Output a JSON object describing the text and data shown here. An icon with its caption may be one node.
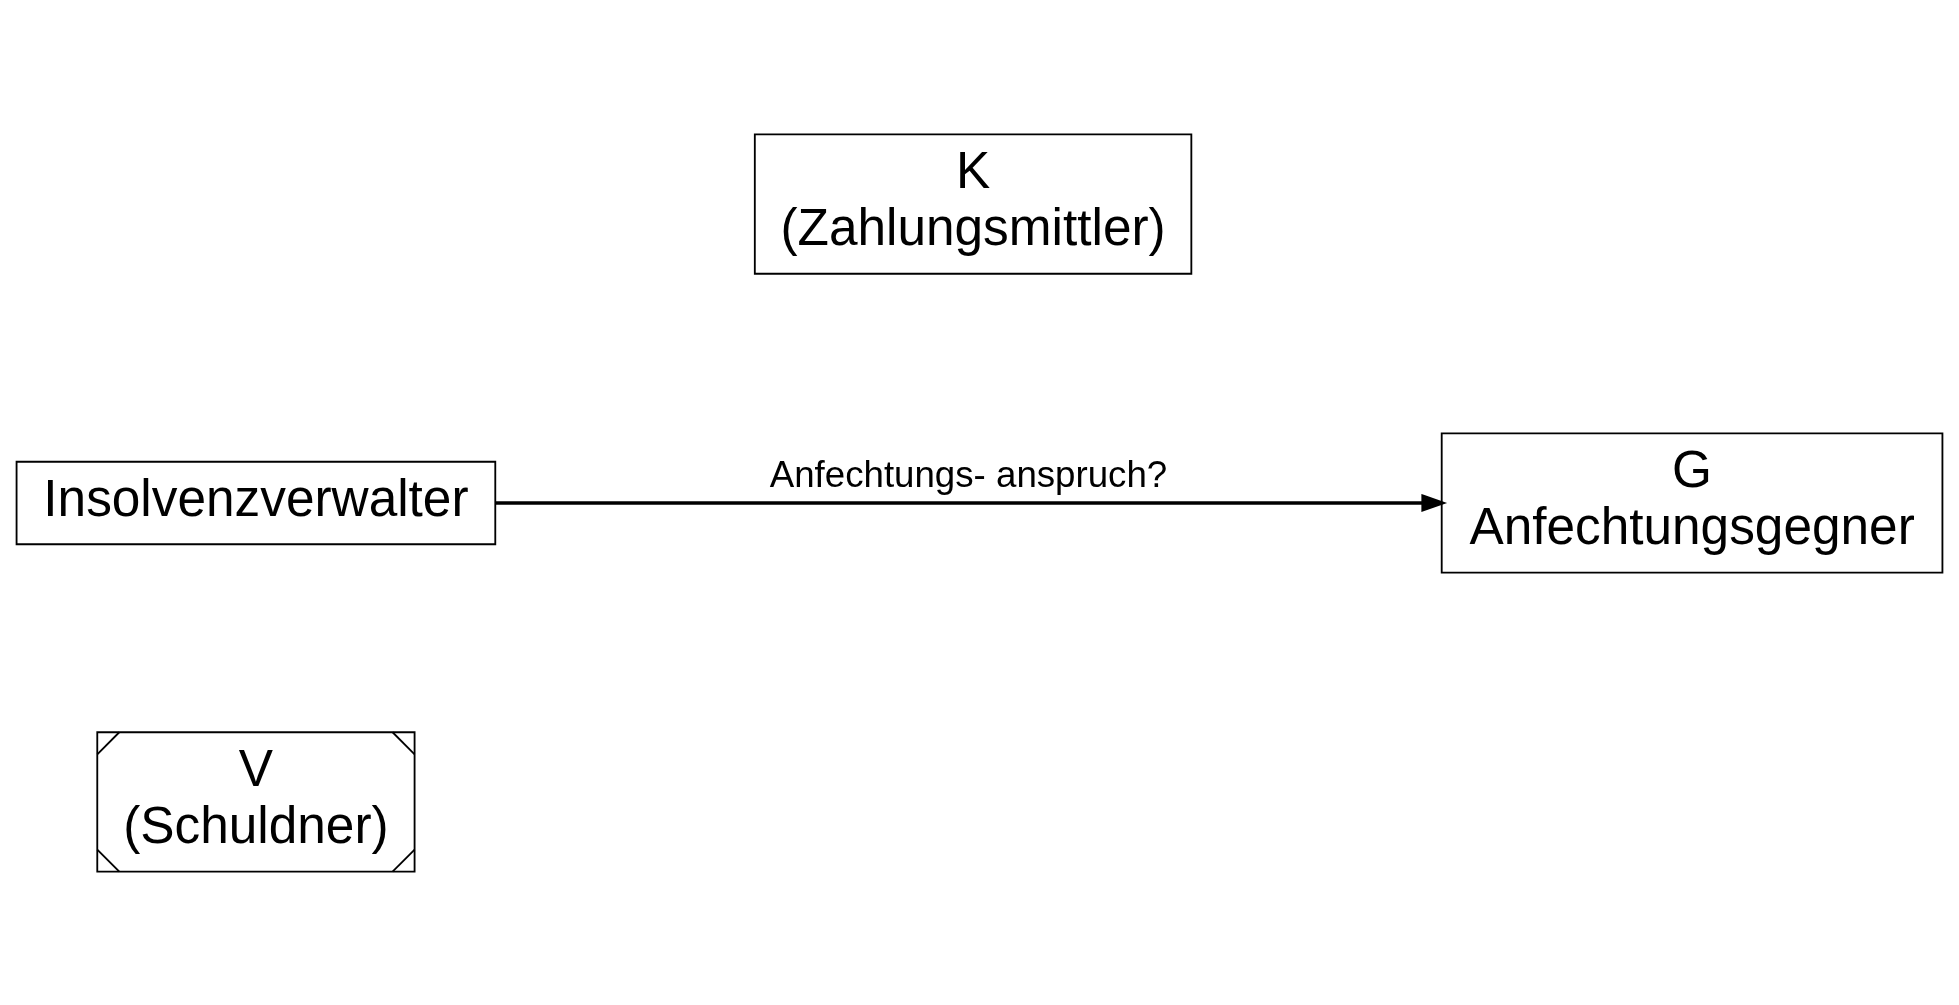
{
  "diagram": {
    "nodes": [
      {
        "text": [
          "K",
          "(Zahlungsmittler)"
        ]
      },
      {
        "text": [
          "Insolvenzverwalter"
        ]
      },
      {
        "text": [
          "G",
          "Anfechtungsgegner"
        ]
      },
      {
        "text": [
          "V",
          "(Schuldner)"
        ]
      }
    ],
    "edges": [
      {
        "from": 1,
        "to": 2,
        "arrow": "to",
        "label": "Anfechtungs- anspruch?"
      }
    ]
  }
}
